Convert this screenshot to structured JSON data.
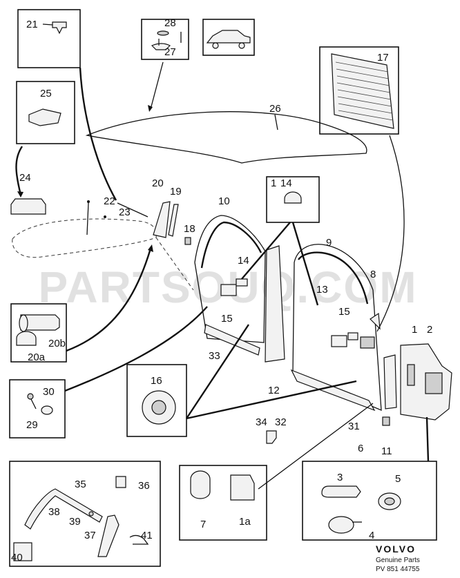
{
  "watermark": "PARTSOUQ.COM",
  "brand": {
    "name": "VOLVO",
    "subtitle": "Genuine Parts",
    "catalog": "PV 851 44755"
  },
  "callouts": {
    "c1": "1",
    "c1a": "1a",
    "c1b": "1",
    "c2": "2",
    "c3": "3",
    "c4": "4",
    "c5": "5",
    "c6": "6",
    "c7": "7",
    "c8": "8",
    "c9": "9",
    "c10": "10",
    "c11": "11",
    "c12": "12",
    "c13": "13",
    "c14a": "14",
    "c14b": "14",
    "c15a": "15",
    "c15b": "15",
    "c16": "16",
    "c17": "17",
    "c18": "18",
    "c19": "19",
    "c20": "20",
    "c20a": "20a",
    "c20b": "20b",
    "c21": "21",
    "c22": "22",
    "c23": "23",
    "c24": "24",
    "c25": "25",
    "c26": "26",
    "c27": "27",
    "c28": "28",
    "c29": "29",
    "c30": "30",
    "c31": "31",
    "c32": "32",
    "c33": "33",
    "c34": "34",
    "c35": "35",
    "c36": "36",
    "c37": "37",
    "c38": "38",
    "c39": "39",
    "c40": "40",
    "c41": "41"
  }
}
